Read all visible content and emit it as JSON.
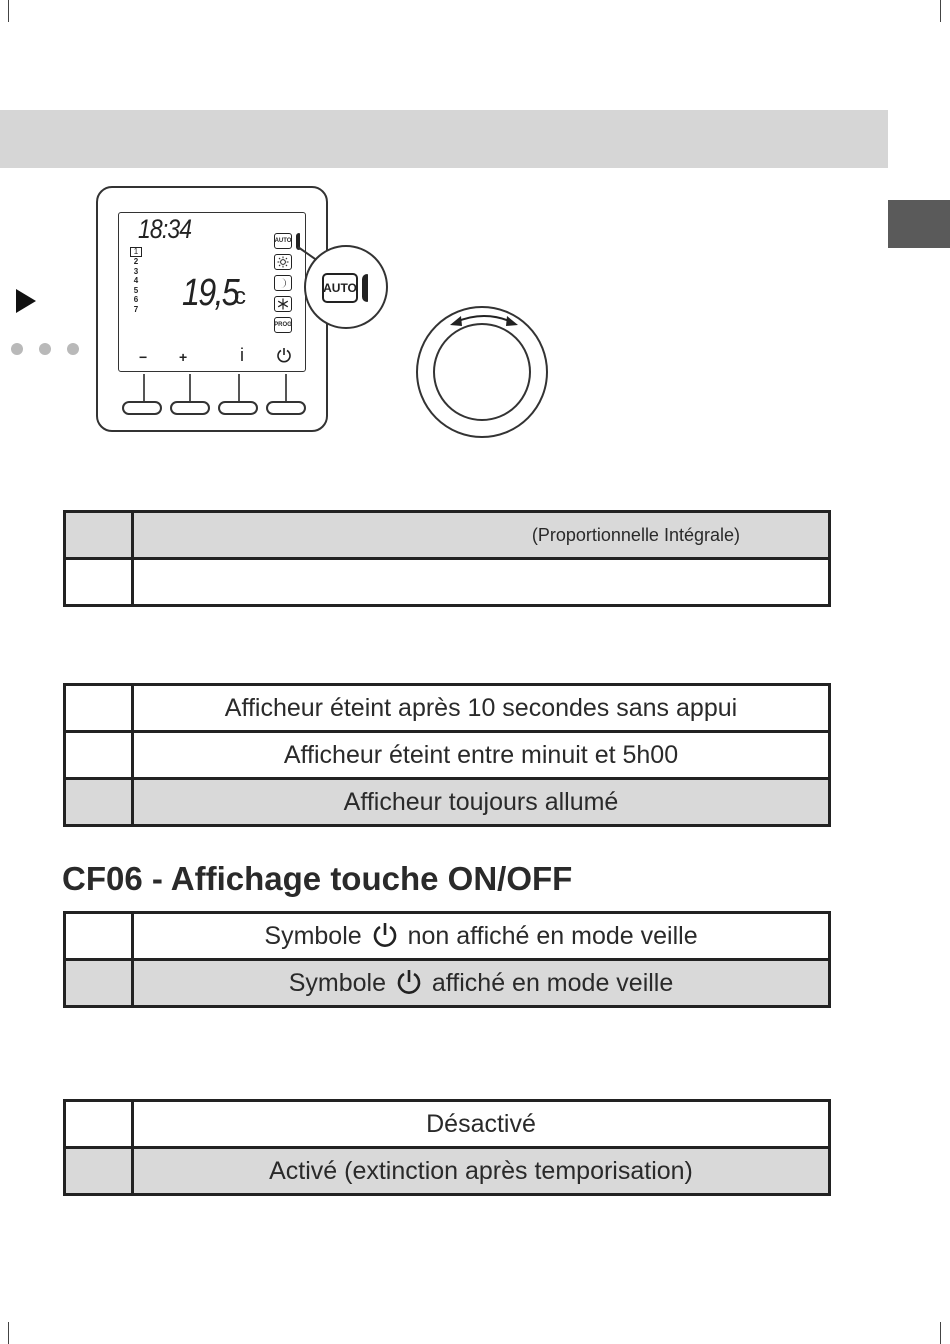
{
  "thermostat": {
    "time": "18:34",
    "temperature": "19,5",
    "unit": "c",
    "degree": "°",
    "days": [
      "1",
      "2",
      "3",
      "4",
      "5",
      "6",
      "7"
    ],
    "modes": {
      "auto": "AUTO",
      "prog": "PROG"
    },
    "keys": [
      "−",
      "+",
      "i"
    ],
    "zoom_label": "AUTO"
  },
  "regulation_table": {
    "rows": [
      {
        "number": "",
        "text": "(Proportionnelle Intégrale)"
      },
      {
        "number": "",
        "text": ""
      }
    ]
  },
  "display_table": {
    "rows": [
      {
        "number": "",
        "text": "Afficheur éteint après 10 secondes sans appui"
      },
      {
        "number": "",
        "text": "Afficheur éteint entre minuit et 5h00"
      },
      {
        "number": "",
        "text": "Afficheur toujours allumé"
      }
    ]
  },
  "cf06": {
    "title": "CF06 - Affichage touche ON/OFF",
    "rows": [
      {
        "number": "",
        "before": "Symbole",
        "after": "non affiché en mode veille"
      },
      {
        "number": "",
        "before": "Symbole",
        "after": "affiché en mode veille"
      }
    ]
  },
  "extinction_table": {
    "rows": [
      {
        "number": "",
        "text": "Désactivé"
      },
      {
        "number": "",
        "text": "Activé (extinction après temporisation)"
      }
    ]
  },
  "colors": {
    "band": "#d6d6d6",
    "tab": "#5a5a5a",
    "selected_row": "#d9d9d9"
  }
}
